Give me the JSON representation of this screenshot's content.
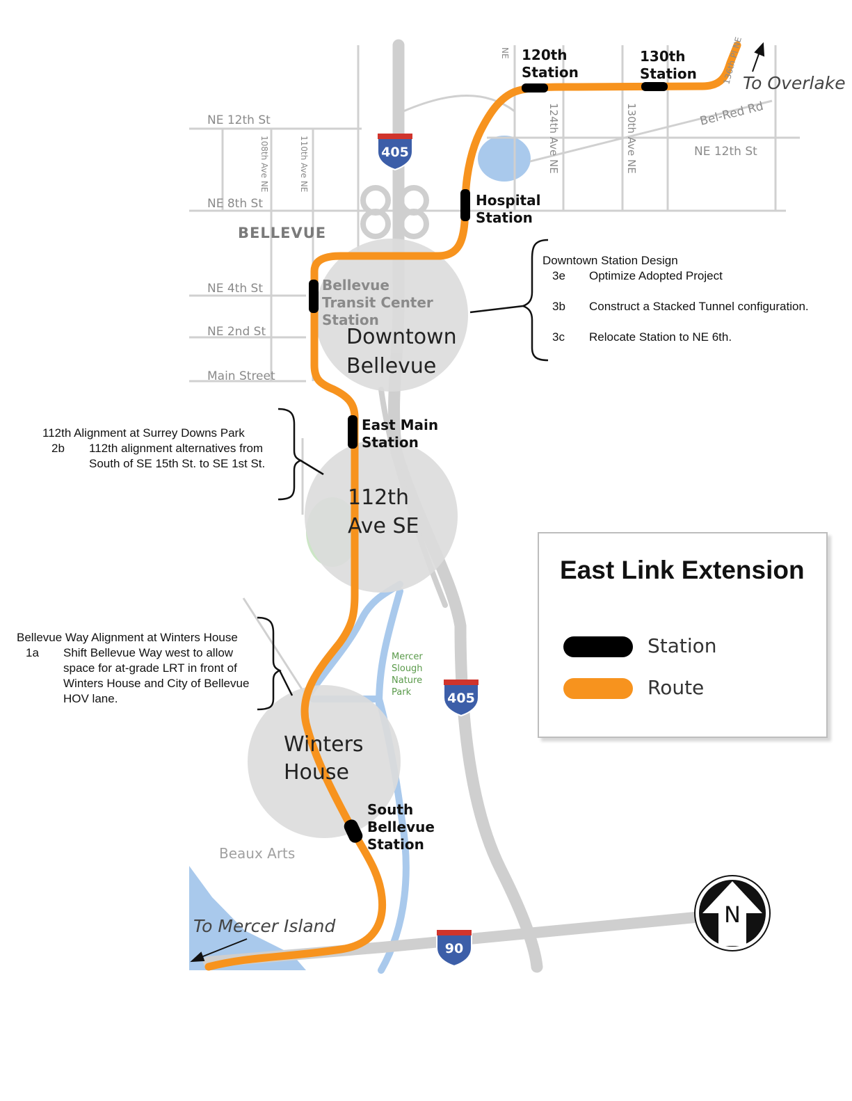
{
  "legend": {
    "title": "East Link Extension",
    "items": [
      {
        "label": "Station",
        "color": "#000000"
      },
      {
        "label": "Route",
        "color": "#f7931e"
      }
    ]
  },
  "colors": {
    "route": "#f7931e",
    "station": "#000000",
    "water": "#a9c9ec",
    "roads": "#cfcfcf",
    "influence_area": "#dcdcdc",
    "interstate_shield": "#3c5ea8"
  },
  "streets": {
    "ne12th_west": "NE 12th St",
    "ne8th": "NE 8th St",
    "ne4th": "NE 4th St",
    "ne2nd": "NE 2nd St",
    "main": "Main Street",
    "ave108": "108th Ave NE",
    "ave110": "110th Ave NE",
    "ave124": "124th Ave NE",
    "ave130": "130th Ave NE",
    "ne_top": "NE",
    "belred": "Bel-Red Rd",
    "ne12th_east": "NE 12th St",
    "ave136": "136th Pl NE"
  },
  "places": {
    "bellevue": "BELLEVUE",
    "beaux_arts": "Beaux Arts",
    "mercer_slough": [
      "Mercer",
      "Slough",
      "Nature",
      "Park"
    ],
    "to_overlake": "To Overlake",
    "to_mercer_island": "To Mercer Island"
  },
  "highways": {
    "i405": "405",
    "i90": "90"
  },
  "stations": {
    "s120th": [
      "120th",
      "Station"
    ],
    "s130th": [
      "130th",
      "Station"
    ],
    "hospital": [
      "Hospital",
      "Station"
    ],
    "btc": [
      "Bellevue",
      "Transit Center",
      "Station"
    ],
    "east_main": [
      "East Main",
      "Station"
    ],
    "south_bellevue": [
      "South",
      "Bellevue",
      "Station"
    ]
  },
  "areas": {
    "downtown": [
      "Downtown",
      "Bellevue"
    ],
    "ave112": [
      "112th",
      "Ave SE"
    ],
    "winters": [
      "Winters",
      "House"
    ]
  },
  "notes": {
    "downtown": {
      "title": "Downtown Station Design",
      "items": [
        {
          "code": "3e",
          "text": "Optimize Adopted Project"
        },
        {
          "code": "3b",
          "text": "Construct a Stacked Tunnel configuration."
        },
        {
          "code": "3c",
          "text": "Relocate Station to NE 6th."
        }
      ]
    },
    "ave112": {
      "title": "112th Alignment at Surrey Downs Park",
      "code": "2b",
      "lines": [
        "112th alignment alternatives from",
        "South of SE 15th St. to SE 1st St."
      ]
    },
    "winters": {
      "title": "Bellevue Way Alignment at Winters House",
      "code": "1a",
      "lines": [
        "Shift Bellevue Way west to allow",
        "space for at-grade LRT in front of",
        "Winters House and City of Bellevue",
        "HOV lane."
      ]
    }
  },
  "compass": {
    "label": "N"
  }
}
